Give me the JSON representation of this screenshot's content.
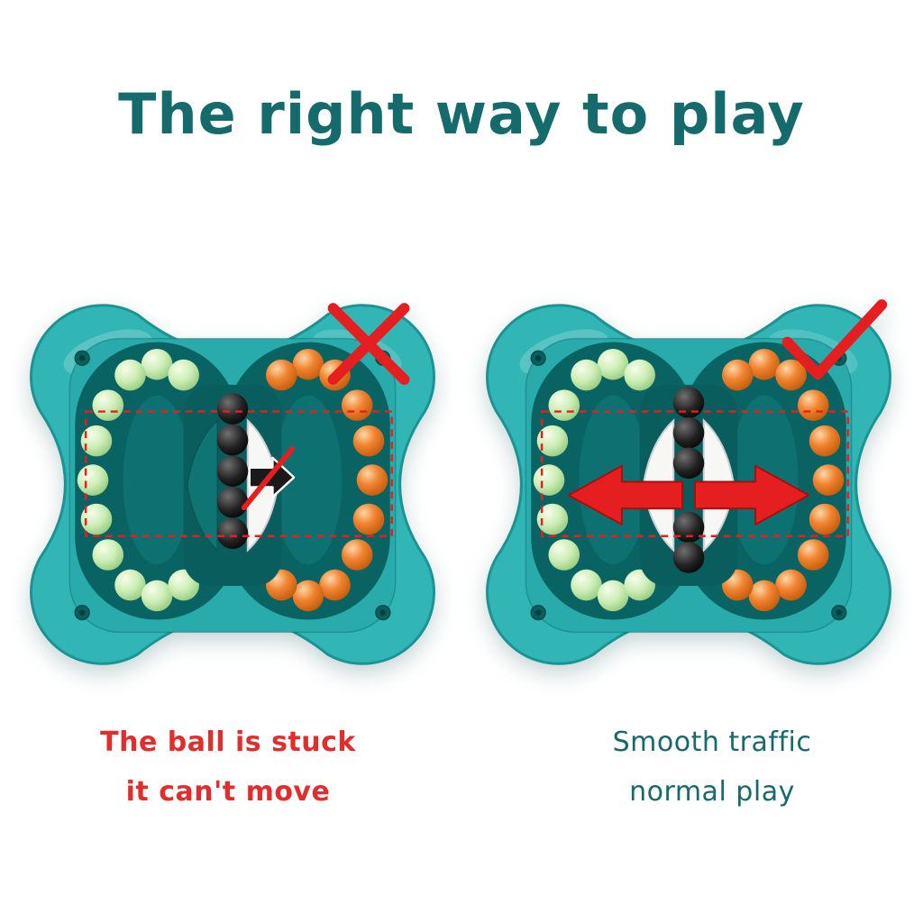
{
  "title": {
    "text": "The right way to play",
    "color": "#156a6c"
  },
  "left_panel": {
    "result_mark": "cross",
    "caption": {
      "line1": "The ball is stuck",
      "line2": "it can't move",
      "color": "#e22d2d"
    }
  },
  "right_panel": {
    "result_mark": "check",
    "caption": {
      "line1": "Smooth traffic",
      "line2": "normal play",
      "color": "#17696b"
    }
  },
  "toy_colors": {
    "body": "#31b5b5",
    "panel_recess": "#2aabab",
    "groove": "#0a6363",
    "bead_green": "#c9ecb4",
    "bead_orange": "#ef7d2b",
    "bead_black": "#1a1a1a",
    "annotation_red": "#e51f1f"
  }
}
